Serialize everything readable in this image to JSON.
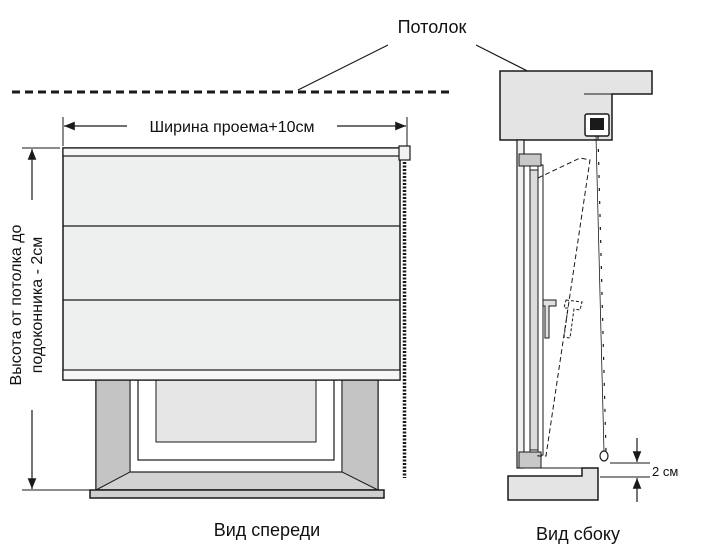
{
  "labels": {
    "ceiling": "Потолок",
    "width": "Ширина проема+10см",
    "height_line1": "Высота от потолка до",
    "height_line2": "подоконника - 2см",
    "gap": "2 см",
    "front_view": "Вид спереди",
    "side_view": "Вид сбоку"
  },
  "colors": {
    "line": "#1a1a1a",
    "blind_fabric": "#eef0ef",
    "wall_gray": "#e4e4e4",
    "window_gray": "#d2d2d2"
  }
}
